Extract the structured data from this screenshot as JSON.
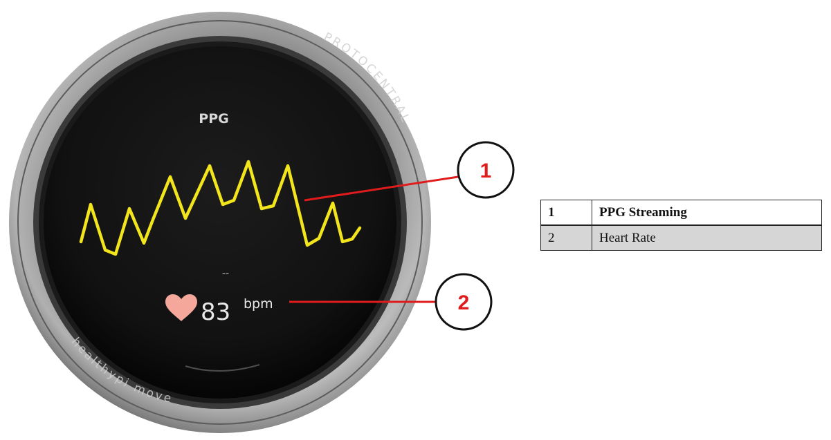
{
  "watch": {
    "bezel_top_text": "PROTOCENTRAL",
    "bezel_bottom_text": "healthypi move",
    "screen": {
      "title": "PPG",
      "status_text": "--",
      "heart_rate_value": "83",
      "heart_rate_unit": "bpm"
    },
    "waveform_color": "#f2e51c",
    "heart_icon": "heart-icon",
    "heart_color": "#f4a79a"
  },
  "callouts": [
    {
      "number": "1",
      "color": "#e01b1b"
    },
    {
      "number": "2",
      "color": "#e01b1b"
    }
  ],
  "legend": {
    "rows": [
      {
        "number": "1",
        "label": "PPG Streaming"
      },
      {
        "number": "2",
        "label": "Heart Rate"
      }
    ]
  }
}
